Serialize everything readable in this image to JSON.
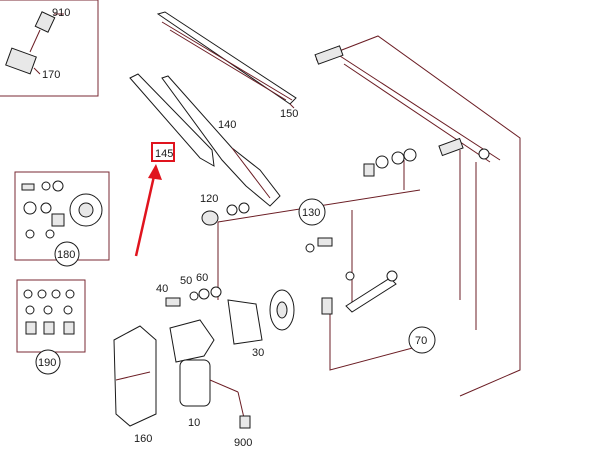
{
  "callouts": {
    "c910": "910",
    "c170": "170",
    "c150": "150",
    "c140": "140",
    "c145": "145",
    "c120": "120",
    "c130": "130",
    "c180": "180",
    "c190": "190",
    "c40": "40",
    "c50": "50",
    "c60": "60",
    "c30": "30",
    "c70": "70",
    "c160": "160",
    "c10": "10",
    "c900": "900"
  },
  "colors": {
    "leader_line": "#6b1d24",
    "highlight": "#e0141e",
    "part_outline": "#1a1a1a"
  }
}
